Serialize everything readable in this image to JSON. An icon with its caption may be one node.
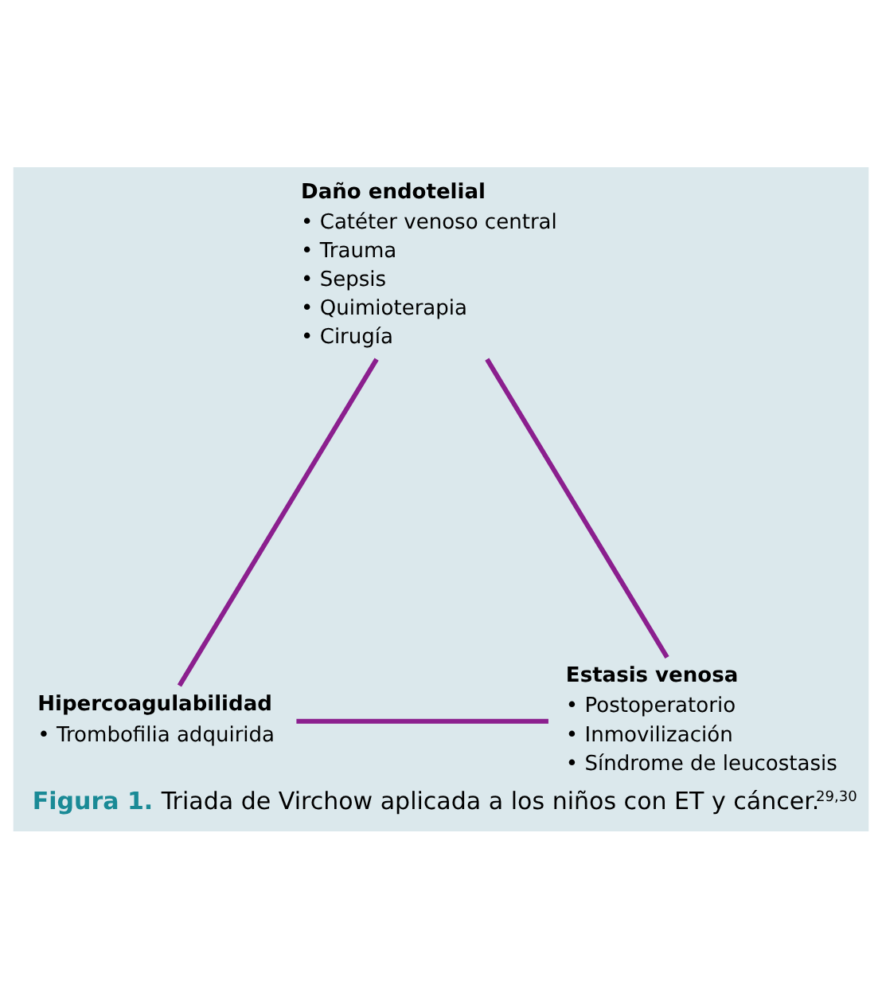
{
  "diagram": {
    "caption": "**Figura 1.** Triada de Virchow aplicada a los niños con ET y cáncer.$^{29,30}$",
    "nodes": [
      {
        "text": [
          "Daño endotelial",
          "• Catéter venoso central",
          "• Trauma",
          "• Sepsis",
          "• Quimioterapia",
          "• Cirugía"
        ]
      },
      {
        "text": [
          "Hipercoagulabilidad",
          "• Trombofilia adquirida"
        ]
      },
      {
        "text": [
          "Estasis venosa",
          "• Postoperatorio",
          "• Inmovilización",
          "• Síndrome de leucostasis"
        ]
      }
    ],
    "edges": [
      {
        "from": 0,
        "to": 1,
        "arrow": "none"
      },
      {
        "from": 1,
        "to": 2,
        "arrow": "none"
      },
      {
        "from": 2,
        "to": 0,
        "arrow": "none"
      }
    ]
  }
}
